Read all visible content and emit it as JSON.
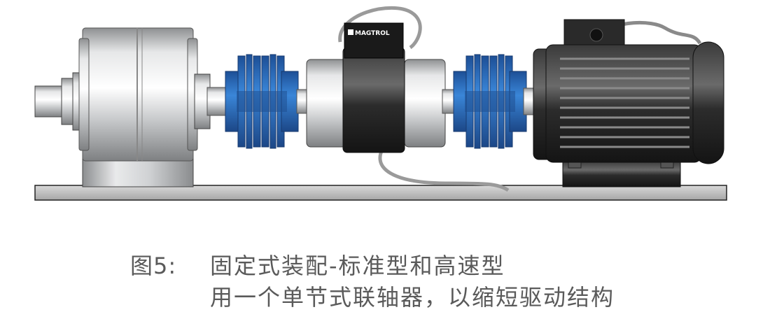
{
  "figure": {
    "label": "图5:",
    "caption_line_1": "固定式装配-标准型和高速型",
    "caption_line_2": "用一个单节式联轴器，以缩短驱动结构",
    "brand_text": "MAGTROL"
  },
  "components": {
    "brake": "brake-unit",
    "coupling_left": "disc-coupling",
    "torque_sensor": "torque-transducer",
    "coupling_right": "disc-coupling",
    "motor": "electric-motor",
    "base": "base-plate"
  },
  "colors": {
    "coupling_blue": "#2f6fc1",
    "steel": "#c9cbcd",
    "dark_body": "#2a2a2a",
    "cable": "#9a9a9a",
    "text": "#5a5a5a"
  }
}
